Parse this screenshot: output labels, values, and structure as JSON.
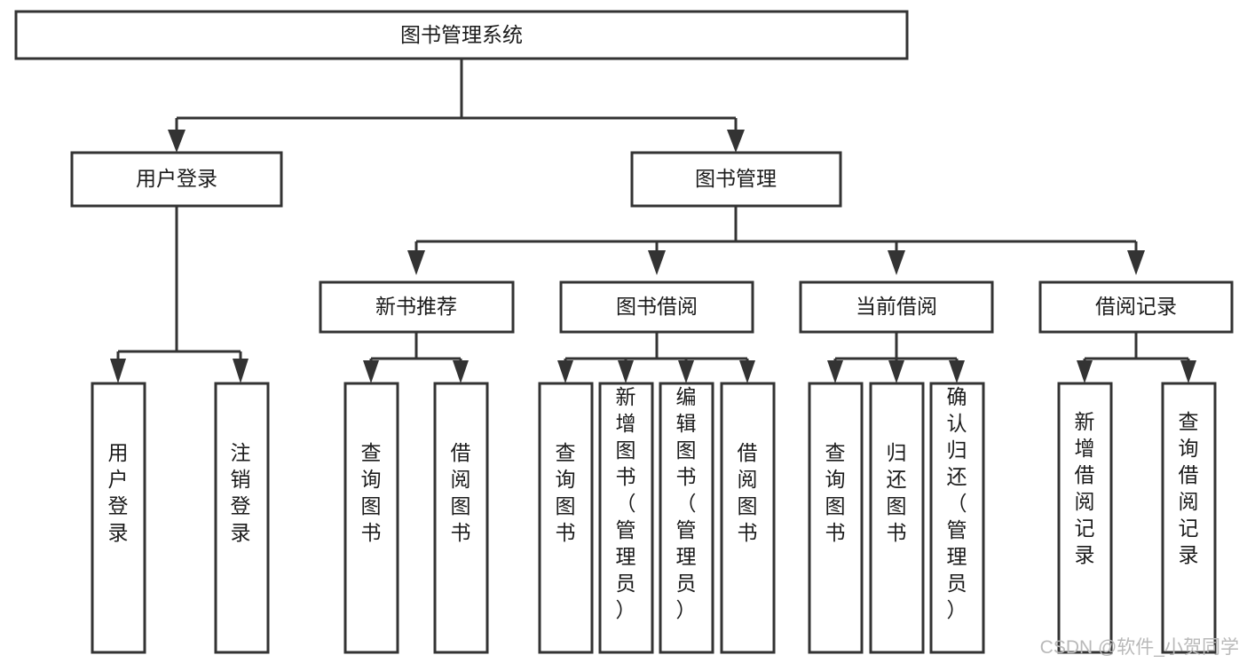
{
  "diagram": {
    "title": "图书管理系统",
    "type": "tree-hierarchy",
    "root": {
      "id": "root",
      "label": "图书管理系统"
    },
    "level2": [
      {
        "id": "user-login",
        "label": "用户登录"
      },
      {
        "id": "book-management",
        "label": "图书管理"
      }
    ],
    "level3": [
      {
        "id": "new-book-recommend",
        "label": "新书推荐",
        "parent": "book-management"
      },
      {
        "id": "book-borrow",
        "label": "图书借阅",
        "parent": "book-management"
      },
      {
        "id": "current-borrow",
        "label": "当前借阅",
        "parent": "book-management"
      },
      {
        "id": "borrow-record",
        "label": "借阅记录",
        "parent": "book-management"
      }
    ],
    "leaves": [
      {
        "id": "leaf-user-login",
        "label": "用户登录",
        "parent": "user-login"
      },
      {
        "id": "leaf-logout-login",
        "label": "注销登录",
        "parent": "user-login"
      },
      {
        "id": "leaf-query-book-1",
        "label": "查询图书",
        "parent": "new-book-recommend"
      },
      {
        "id": "leaf-borrow-book-1",
        "label": "借阅图书",
        "parent": "new-book-recommend"
      },
      {
        "id": "leaf-query-book-2",
        "label": "查询图书",
        "parent": "book-borrow"
      },
      {
        "id": "leaf-add-book",
        "label": "新增图书（管理员）",
        "parent": "book-borrow"
      },
      {
        "id": "leaf-edit-book",
        "label": "编辑图书（管理员）",
        "parent": "book-borrow"
      },
      {
        "id": "leaf-borrow-book-2",
        "label": "借阅图书",
        "parent": "book-borrow"
      },
      {
        "id": "leaf-query-book-3",
        "label": "查询图书",
        "parent": "current-borrow"
      },
      {
        "id": "leaf-return-book",
        "label": "归还图书",
        "parent": "current-borrow"
      },
      {
        "id": "leaf-confirm-return",
        "label": "确认归还（管理员）",
        "parent": "current-borrow"
      },
      {
        "id": "leaf-add-record",
        "label": "新增借阅记录",
        "parent": "borrow-record"
      },
      {
        "id": "leaf-query-record",
        "label": "查询借阅记录",
        "parent": "borrow-record"
      }
    ],
    "watermark": "CSDN @软件_小贺同学",
    "colors": {
      "stroke": "#333333",
      "fill": "#ffffff",
      "text": "#1b1b1b",
      "watermark": "#b9b9b9",
      "background": "#ffffff"
    }
  }
}
